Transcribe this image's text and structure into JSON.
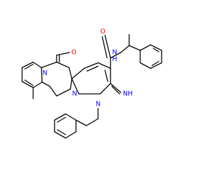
{
  "atoms": {
    "o1": "O",
    "n_ring_top": "N",
    "n_ring_mid": "N",
    "n_ring_n1": "N",
    "n_imino": "NH",
    "n_amide": "N",
    "h_amide": "H",
    "o_amide": "O"
  },
  "colors": {
    "bond": "#000000",
    "oxygen": "#ff0000",
    "nitrogen": "#0000ff"
  }
}
